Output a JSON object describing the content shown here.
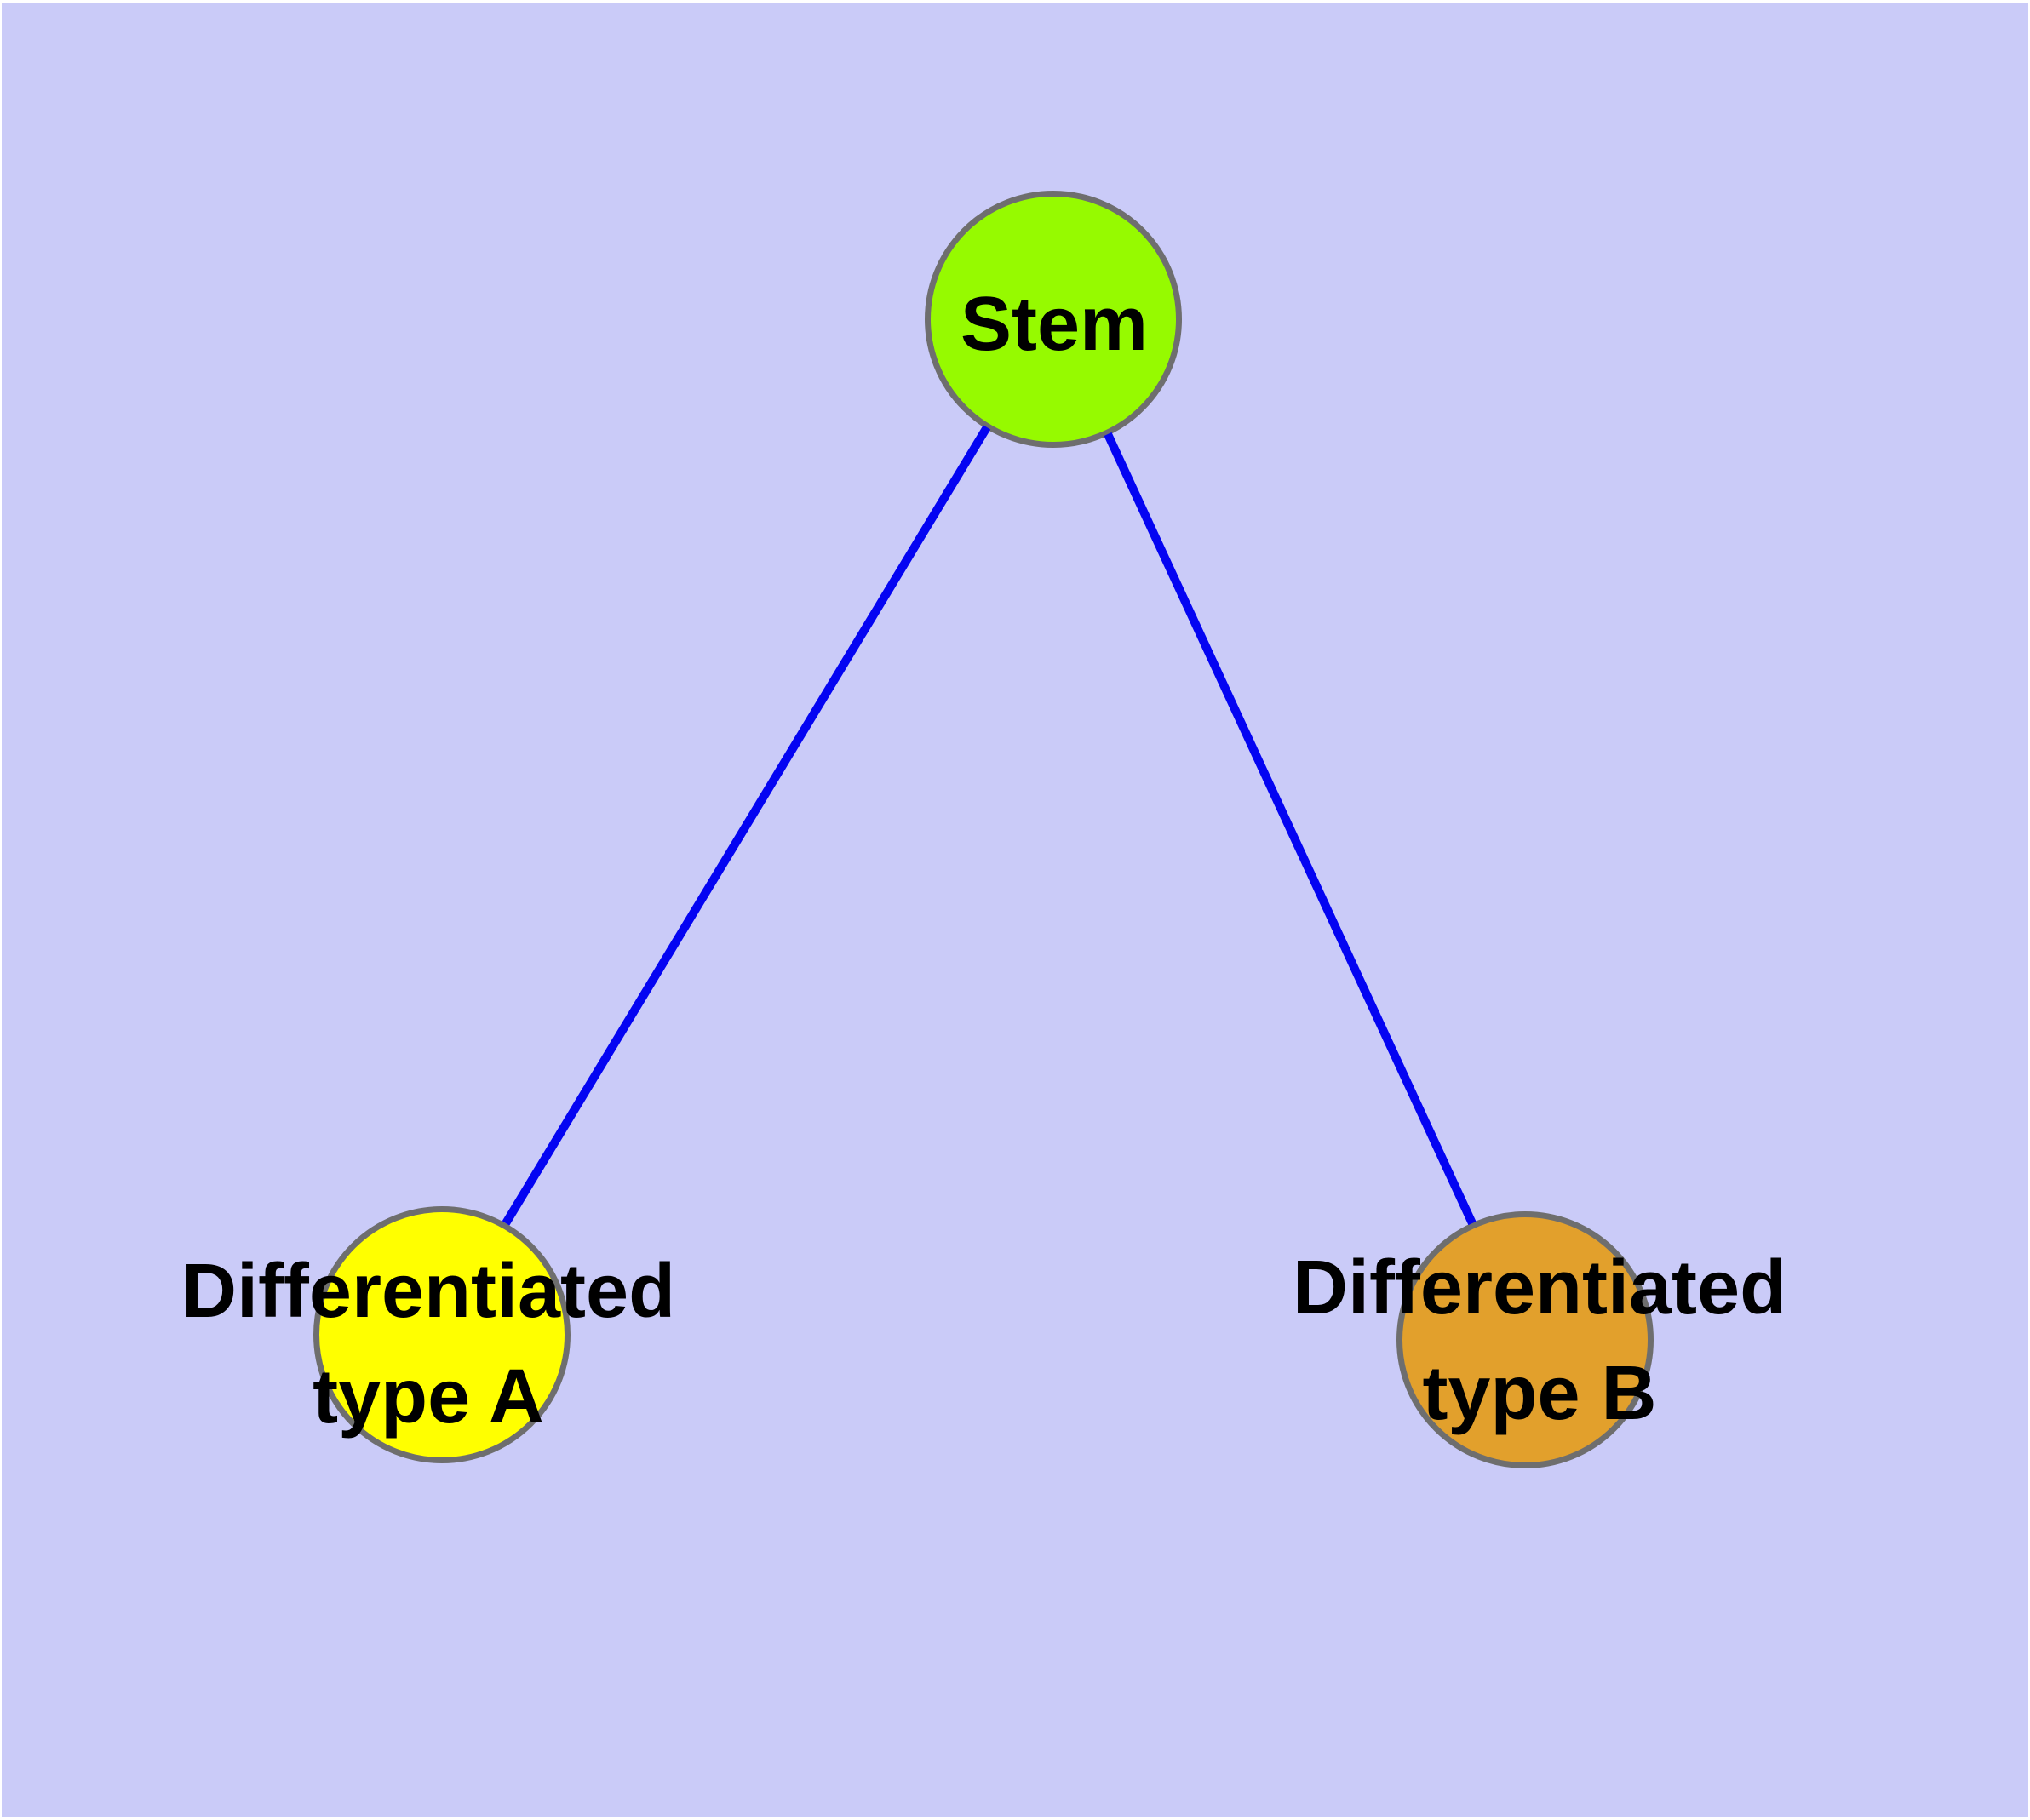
{
  "canvas": {
    "background_color": "#cacbf8",
    "frame_color": "#ffffff"
  },
  "graph": {
    "type": "node-link-diagram",
    "node_border_color": "#6e6e6e",
    "edge_color": "#0404f2",
    "label_color": "#000000",
    "nodes": [
      {
        "id": "stem",
        "label": "Stem",
        "label_line1": "Stem",
        "label_line2": "",
        "fill": "#96fa00"
      },
      {
        "id": "type-a",
        "label": "Differentiated type A",
        "label_line1": "Differentiated",
        "label_line2": "type A",
        "fill": "#ffff00"
      },
      {
        "id": "type-b",
        "label": "Differentiated type B",
        "label_line1": "Differentiated",
        "label_line2": "type B",
        "fill": "#e2a02c"
      }
    ],
    "edges": [
      {
        "from": "stem",
        "to": "type-a"
      },
      {
        "from": "stem",
        "to": "type-b"
      }
    ]
  }
}
